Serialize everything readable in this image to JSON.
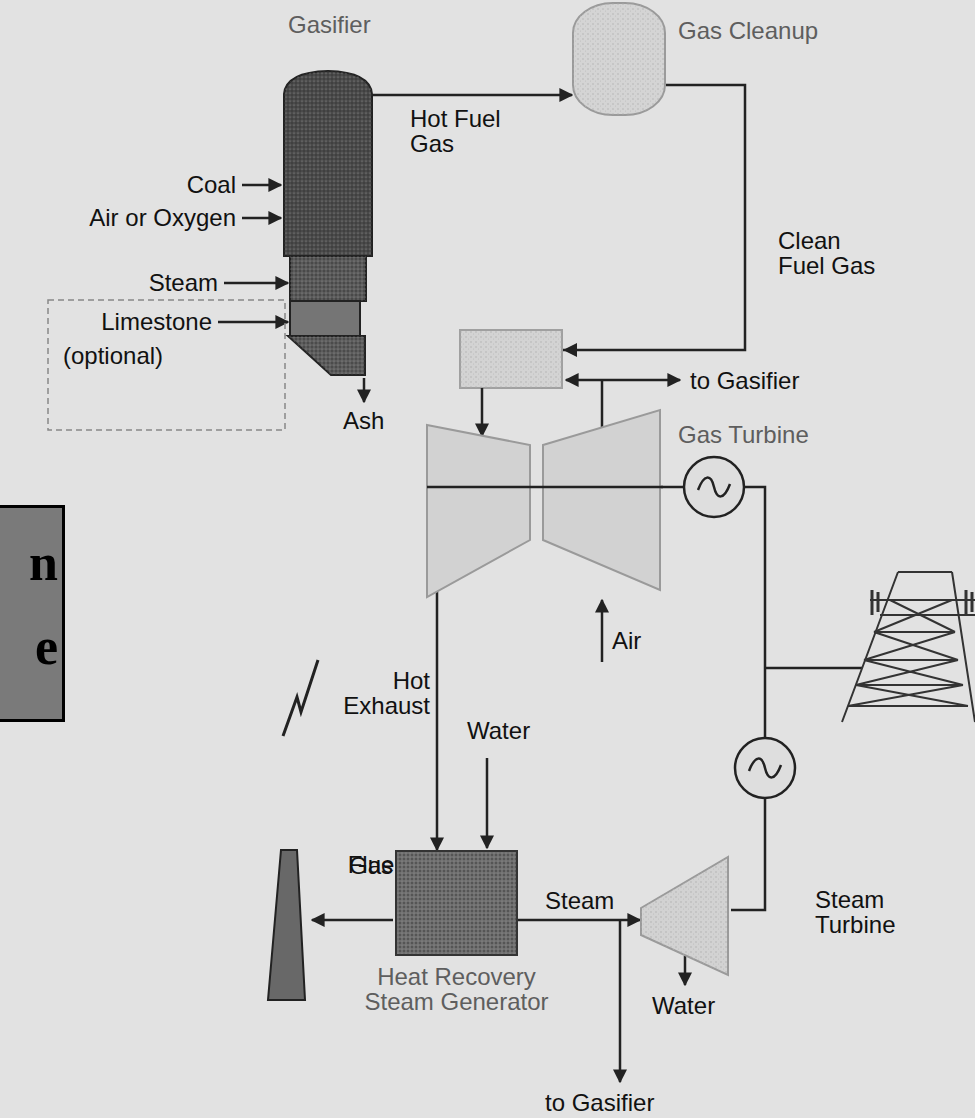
{
  "diagram": {
    "nodes": [
      {
        "text": [
          "Gasifier"
        ]
      },
      {
        "text": [
          "Gas Cleanup"
        ]
      },
      {
        "text": [
          "Gas Turbine"
        ]
      },
      {
        "text": [
          "Heat Recovery Steam Generator"
        ]
      },
      {
        "text": [
          "Steam Turbine"
        ]
      },
      {
        "text": [
          "n",
          "e"
        ]
      }
    ],
    "edges": [
      {
        "from": 0,
        "to": 1,
        "label": "Hot Fuel Gas",
        "arrow": "to"
      },
      {
        "from": 1,
        "to": 2,
        "label": "Clean Fuel Gas",
        "arrow": "to"
      },
      {
        "from": 2,
        "to": 3,
        "label": "Hot Exhaust",
        "arrow": "to"
      },
      {
        "from": 3,
        "to": 4,
        "label": "Steam",
        "arrow": "to"
      }
    ],
    "labels": [
      "Coal",
      "Air or Oxygen",
      "Steam",
      "Limestone",
      "(optional)",
      "to Gasifier",
      "Ash",
      "Air",
      "Water",
      "Flue Gas",
      "Water",
      "to Gasifier"
    ]
  }
}
